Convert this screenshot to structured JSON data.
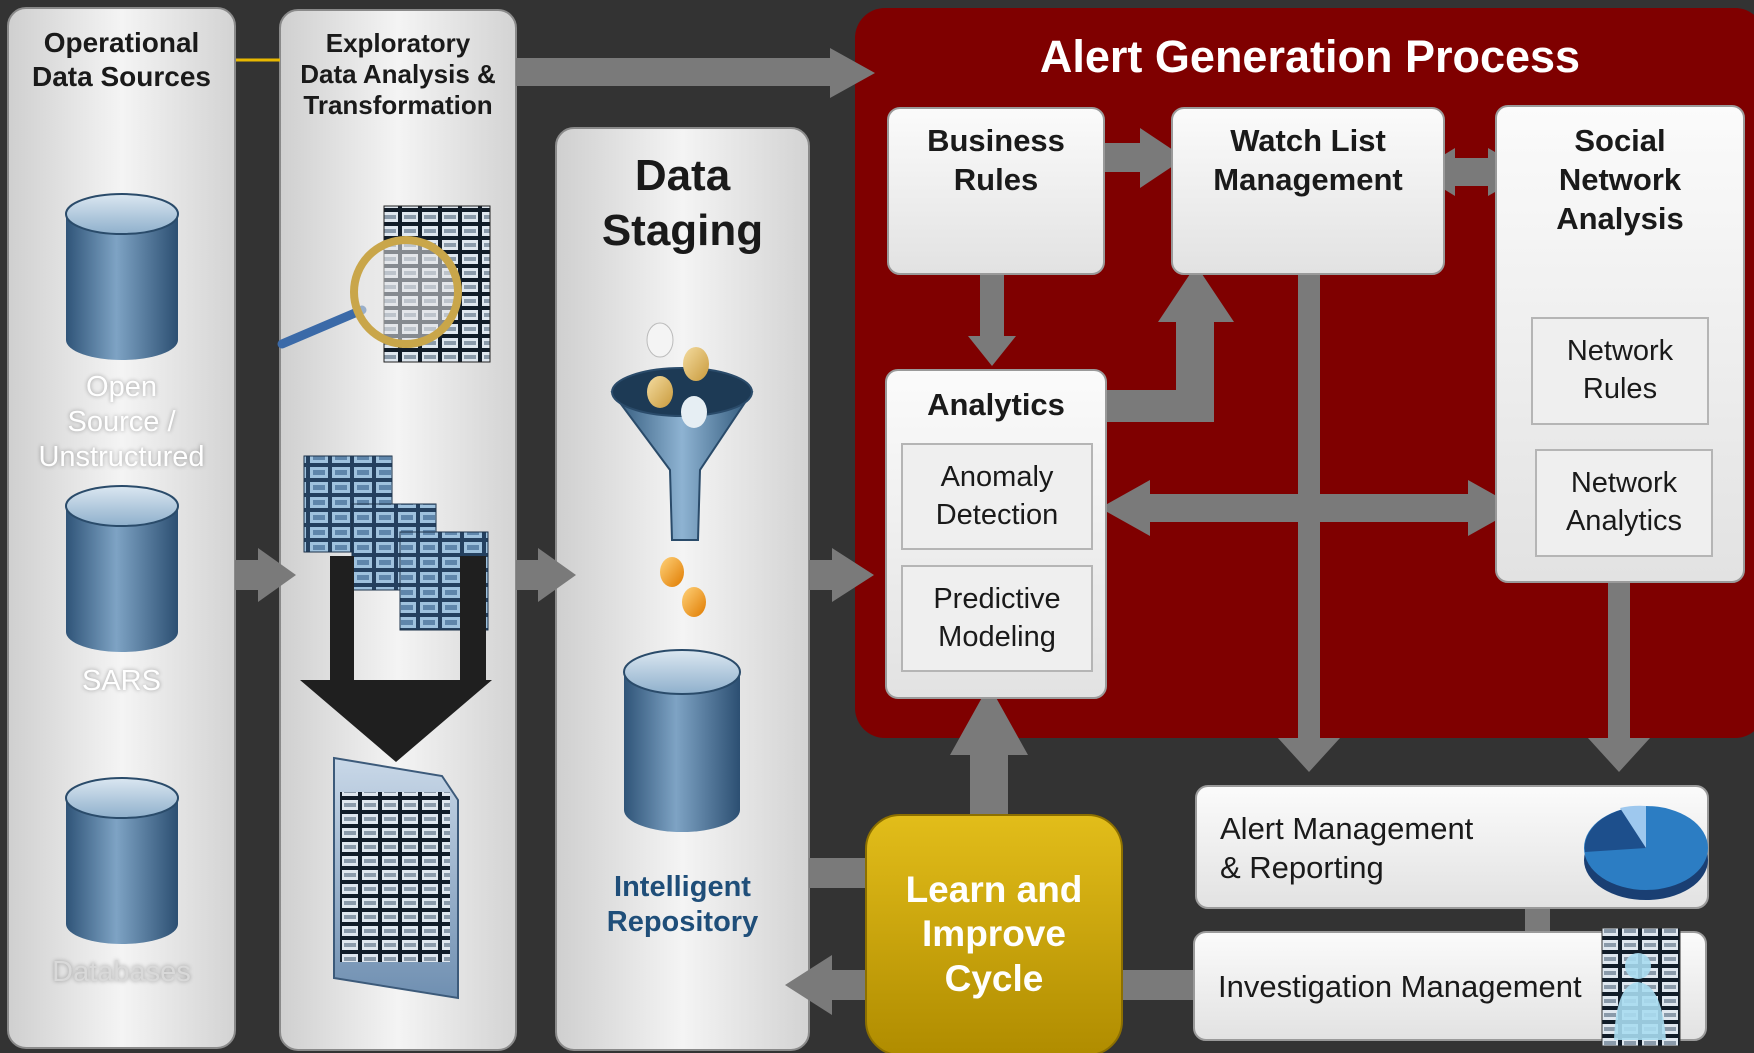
{
  "columns": {
    "operational": {
      "title_line1": "Operational",
      "title_line2": "Data Sources",
      "sources": [
        "Open",
        "Source /",
        "Unstructured"
      ],
      "sars": "SARS",
      "databases": "Databases"
    },
    "exploratory": {
      "title_line1": "Exploratory",
      "title_line2": "Data Analysis &",
      "title_line3": "Transformation"
    },
    "staging": {
      "title_line1": "Data",
      "title_line2": "Staging",
      "repo_line1": "Intelligent",
      "repo_line2": "Repository"
    }
  },
  "alert_process": {
    "title": "Alert Generation Process",
    "business_rules": [
      "Business",
      "Rules"
    ],
    "watch_list": [
      "Watch List",
      "Management"
    ],
    "social_network": [
      "Social",
      "Network",
      "Analysis"
    ],
    "network_rules": [
      "Network",
      "Rules"
    ],
    "network_analytics": [
      "Network",
      "Analytics"
    ],
    "analytics": "Analytics",
    "anomaly": [
      "Anomaly",
      "Detection"
    ],
    "predictive": [
      "Predictive",
      "Modeling"
    ]
  },
  "learn_cycle": [
    "Learn and",
    "Improve",
    "Cycle"
  ],
  "alert_management": [
    "Alert Management",
    "& Reporting"
  ],
  "investigation_management": "Investigation Management",
  "colors": {
    "background": "#333333",
    "panel": "#e6e6e6",
    "alert_panel": "#7f0000",
    "arrow": "#7a7a7a",
    "learn_gold": "#c8a200",
    "repo_blue": "#1f4e79"
  },
  "icons": [
    "database-icon",
    "magnifier-icon",
    "spreadsheet-icon",
    "funnel-icon",
    "pie-chart-icon",
    "person-card-icon"
  ]
}
